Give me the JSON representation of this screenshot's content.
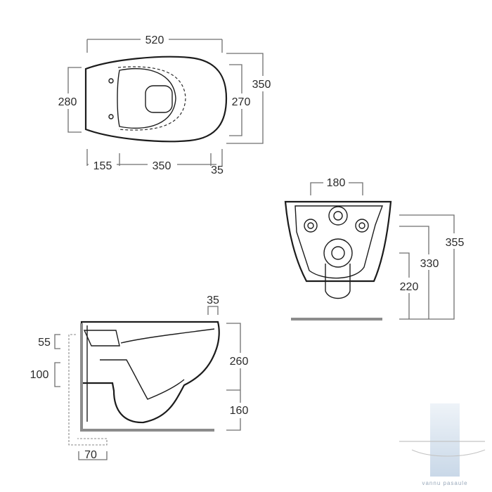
{
  "top_view": {
    "length": "520",
    "width_outer": "350",
    "width_inner": "270",
    "width_left": "280",
    "seg_a": "155",
    "seg_b": "350",
    "seg_c": "35"
  },
  "front_view": {
    "width": "180",
    "height_total": "355",
    "height_mid": "330",
    "height_low": "220"
  },
  "side_view": {
    "top_offset": "35",
    "upper_gap": "55",
    "lower_gap": "100",
    "bowl_height": "260",
    "floor_height": "160",
    "wall_depth": "70"
  },
  "watermark": {
    "text": "vannu pasaule"
  }
}
